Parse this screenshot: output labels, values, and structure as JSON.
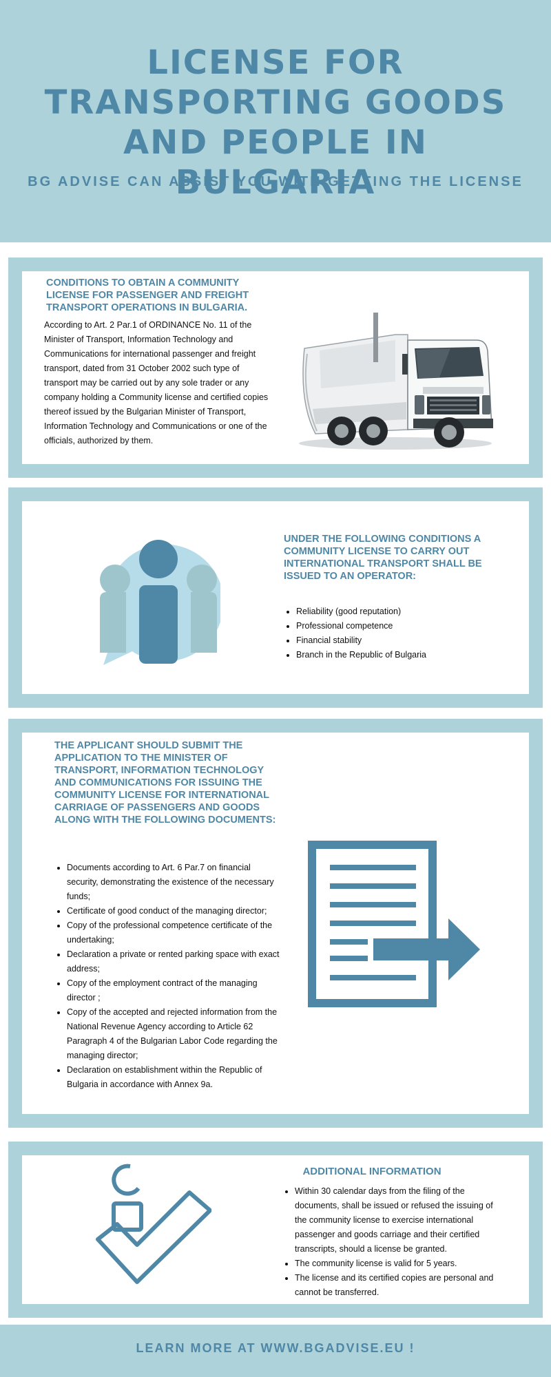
{
  "header": {
    "title": "LICENSE FOR TRANSPORTING GOODS AND PEOPLE IN BULGARIA",
    "subtitle": "BG ADVISE CAN ASSIST YOU WITH GETTING THE LICENSE"
  },
  "conditions": {
    "title": "CONDITIONS TO OBTAIN A COMMUNITY LICENSE FOR PASSENGER AND  FREIGHT TRANSPORT OPERATIONS IN BULGARIA.",
    "body": "According to Art. 2 Par.1 of ORDINANCE No. 11 of the Minister of Transport, Information Technology and Communications for international passenger and freight transport, dated from 31 October 2002 such type of transport may be carried out by any sole trader or any company holding a Community license and certified copies thereof issued by the Bulgarian Minister of Transport, Information Technology and Communications or one of the officials, authorized by them.",
    "image_icon": "truck-image"
  },
  "operator": {
    "title": "UNDER THE FOLLOWING CONDITIONS A COMMUNITY LICENSE TO CARRY OUT  INTERNATIONAL TRANSPORT  SHALL BE ISSUED TO AN OPERATOR:",
    "items": [
      "Reliability (good reputation)",
      "Professional competence",
      "Financial stability",
      "Branch in the Republic of Bulgaria"
    ],
    "icon": "people-chat-icon"
  },
  "documents": {
    "title": "THE APPLICANT SHOULD SUBMIT THE APPLICATION  TO THE MINISTER OF TRANSPORT, INFORMATION TECHNOLOGY AND COMMUNICATIONS FOR ISSUING THE COMMUNITY LICENSE FOR INTERNATIONAL CARRIAGE OF PASSENGERS AND GOODS ALONG WITH THE FOLLOWING DOCUMENTS:",
    "items": [
      "Documents according to Art. 6 Par.7 on financial security, demonstrating the existence of the necessary funds;",
      "Certificate of good conduct of the managing director;",
      "Copy of the professional competence certificate of the undertaking;",
      "Declaration a private or rented parking space with exact address;",
      "Copy of the employment contract of the managing director ;",
      "Copy of the accepted and rejected information from the National Revenue Agency according to Article 62 Paragraph 4 of the Bulgarian Labor Code regarding the managing director;",
      "Declaration on establishment within the Republic of Bulgaria in accordance with Annex 9a."
    ],
    "icon": "document-export-icon"
  },
  "additional": {
    "title": "ADDITIONAL INFORMATION",
    "items": [
      "Within 30 calendar days from the filing of the documents, shall be issued or refused the issuing of the community license to exercise international passenger and goods carriage and their certified transcripts, should a license be granted.",
      "The community license is valid for 5 years.",
      "The license and its certified copies are personal and cannot be transferred."
    ],
    "icon": "person-check-icon"
  },
  "footer": {
    "text": "LEARN MORE AT WWW.BGADVISE.EU !"
  },
  "colors": {
    "accent": "#4f87a6",
    "panel": "#aed2da",
    "light_blue": "#b6dcea"
  }
}
